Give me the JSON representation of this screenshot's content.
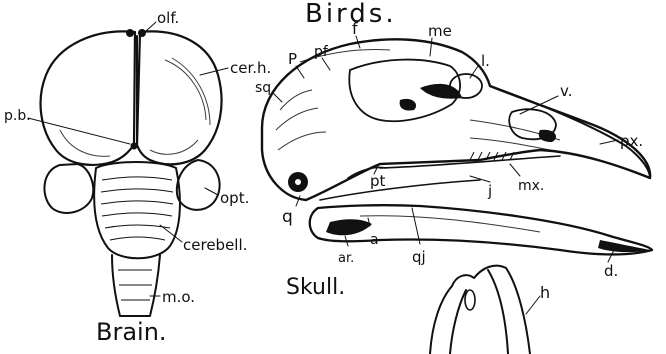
{
  "header": {
    "title_fragment": "Birds."
  },
  "brain": {
    "caption": "Brain.",
    "labels": {
      "olf": "olf.",
      "cerh": "cer.h.",
      "pb": "p.b.",
      "opt": "opt.",
      "cerebell": "cerebell.",
      "mo": "m.o."
    }
  },
  "skull": {
    "caption": "Skull.",
    "labels": {
      "pf": "pf",
      "f": "f",
      "me": "me",
      "p": "P",
      "sq": "sq.",
      "l": "l.",
      "v": "v.",
      "px": "px.",
      "pt": "pt",
      "mx": "mx.",
      "j": "j",
      "q": "q",
      "qj": "qj",
      "ar": "ar.",
      "a": "a",
      "d": "d."
    }
  },
  "bone": {
    "labels": {
      "h": "h"
    }
  }
}
